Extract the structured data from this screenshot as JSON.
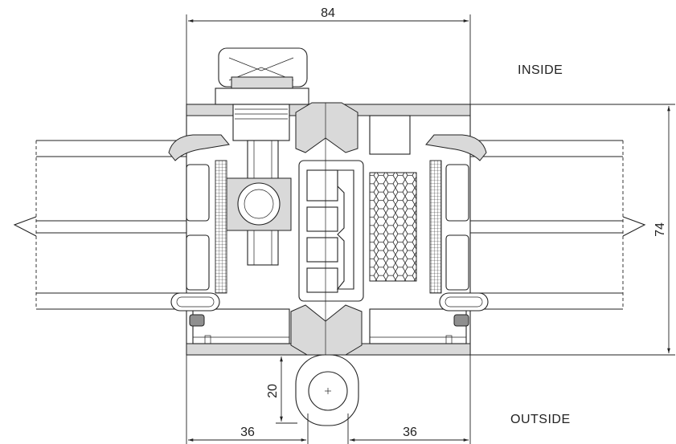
{
  "labels": {
    "inside": "INSIDE",
    "outside": "OUTSIDE"
  },
  "dimensions": {
    "top_width": "84",
    "right_height": "74",
    "left_depth": "20",
    "bottom_left": "36",
    "bottom_right": "36"
  }
}
